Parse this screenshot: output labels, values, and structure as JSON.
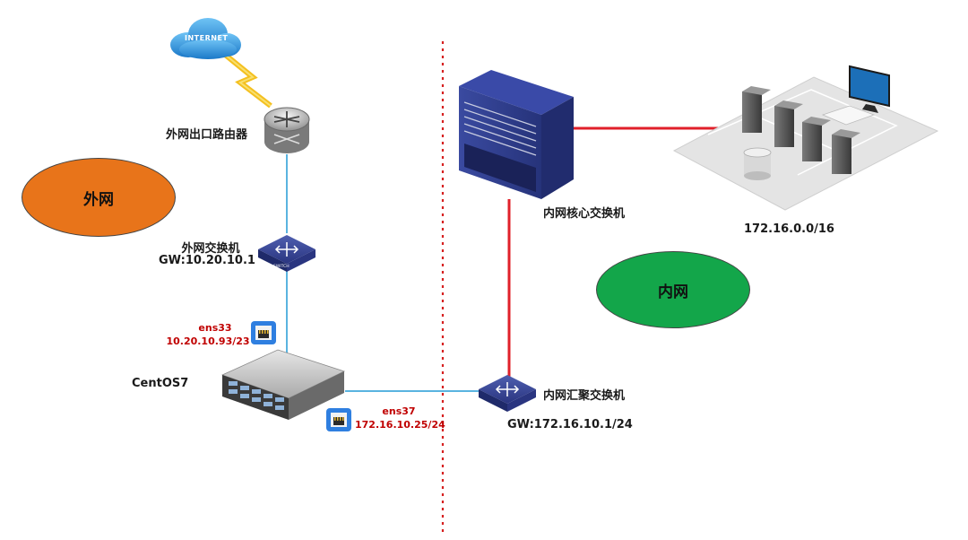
{
  "zones": {
    "external": "外网",
    "internal": "内网"
  },
  "nodes": {
    "internet": "INTERNET",
    "router": "外网出口路由器",
    "ext_switch_name": "外网交换机",
    "ext_switch_gw": "GW:10.20.10.1",
    "server": "CentOS7",
    "core_switch": "内网核心交换机",
    "agg_switch_name": "内网汇聚交换机",
    "agg_switch_gw": "GW:172.16.10.1/24",
    "internal_subnet": "172.16.0.0/16"
  },
  "interfaces": {
    "ens33_name": "ens33",
    "ens33_ip": "10.20.10.93/23",
    "ens37_name": "ens37",
    "ens37_ip": "172.16.10.25/24"
  },
  "device_badges": {
    "switch_badge": "SWITCH"
  },
  "colors": {
    "external_zone": "#e8741a",
    "internal_zone": "#13a64a",
    "external_link": "#5ab4e0",
    "internal_link": "#e0202a",
    "divider": "#d62020",
    "interface_text": "#c00000"
  }
}
